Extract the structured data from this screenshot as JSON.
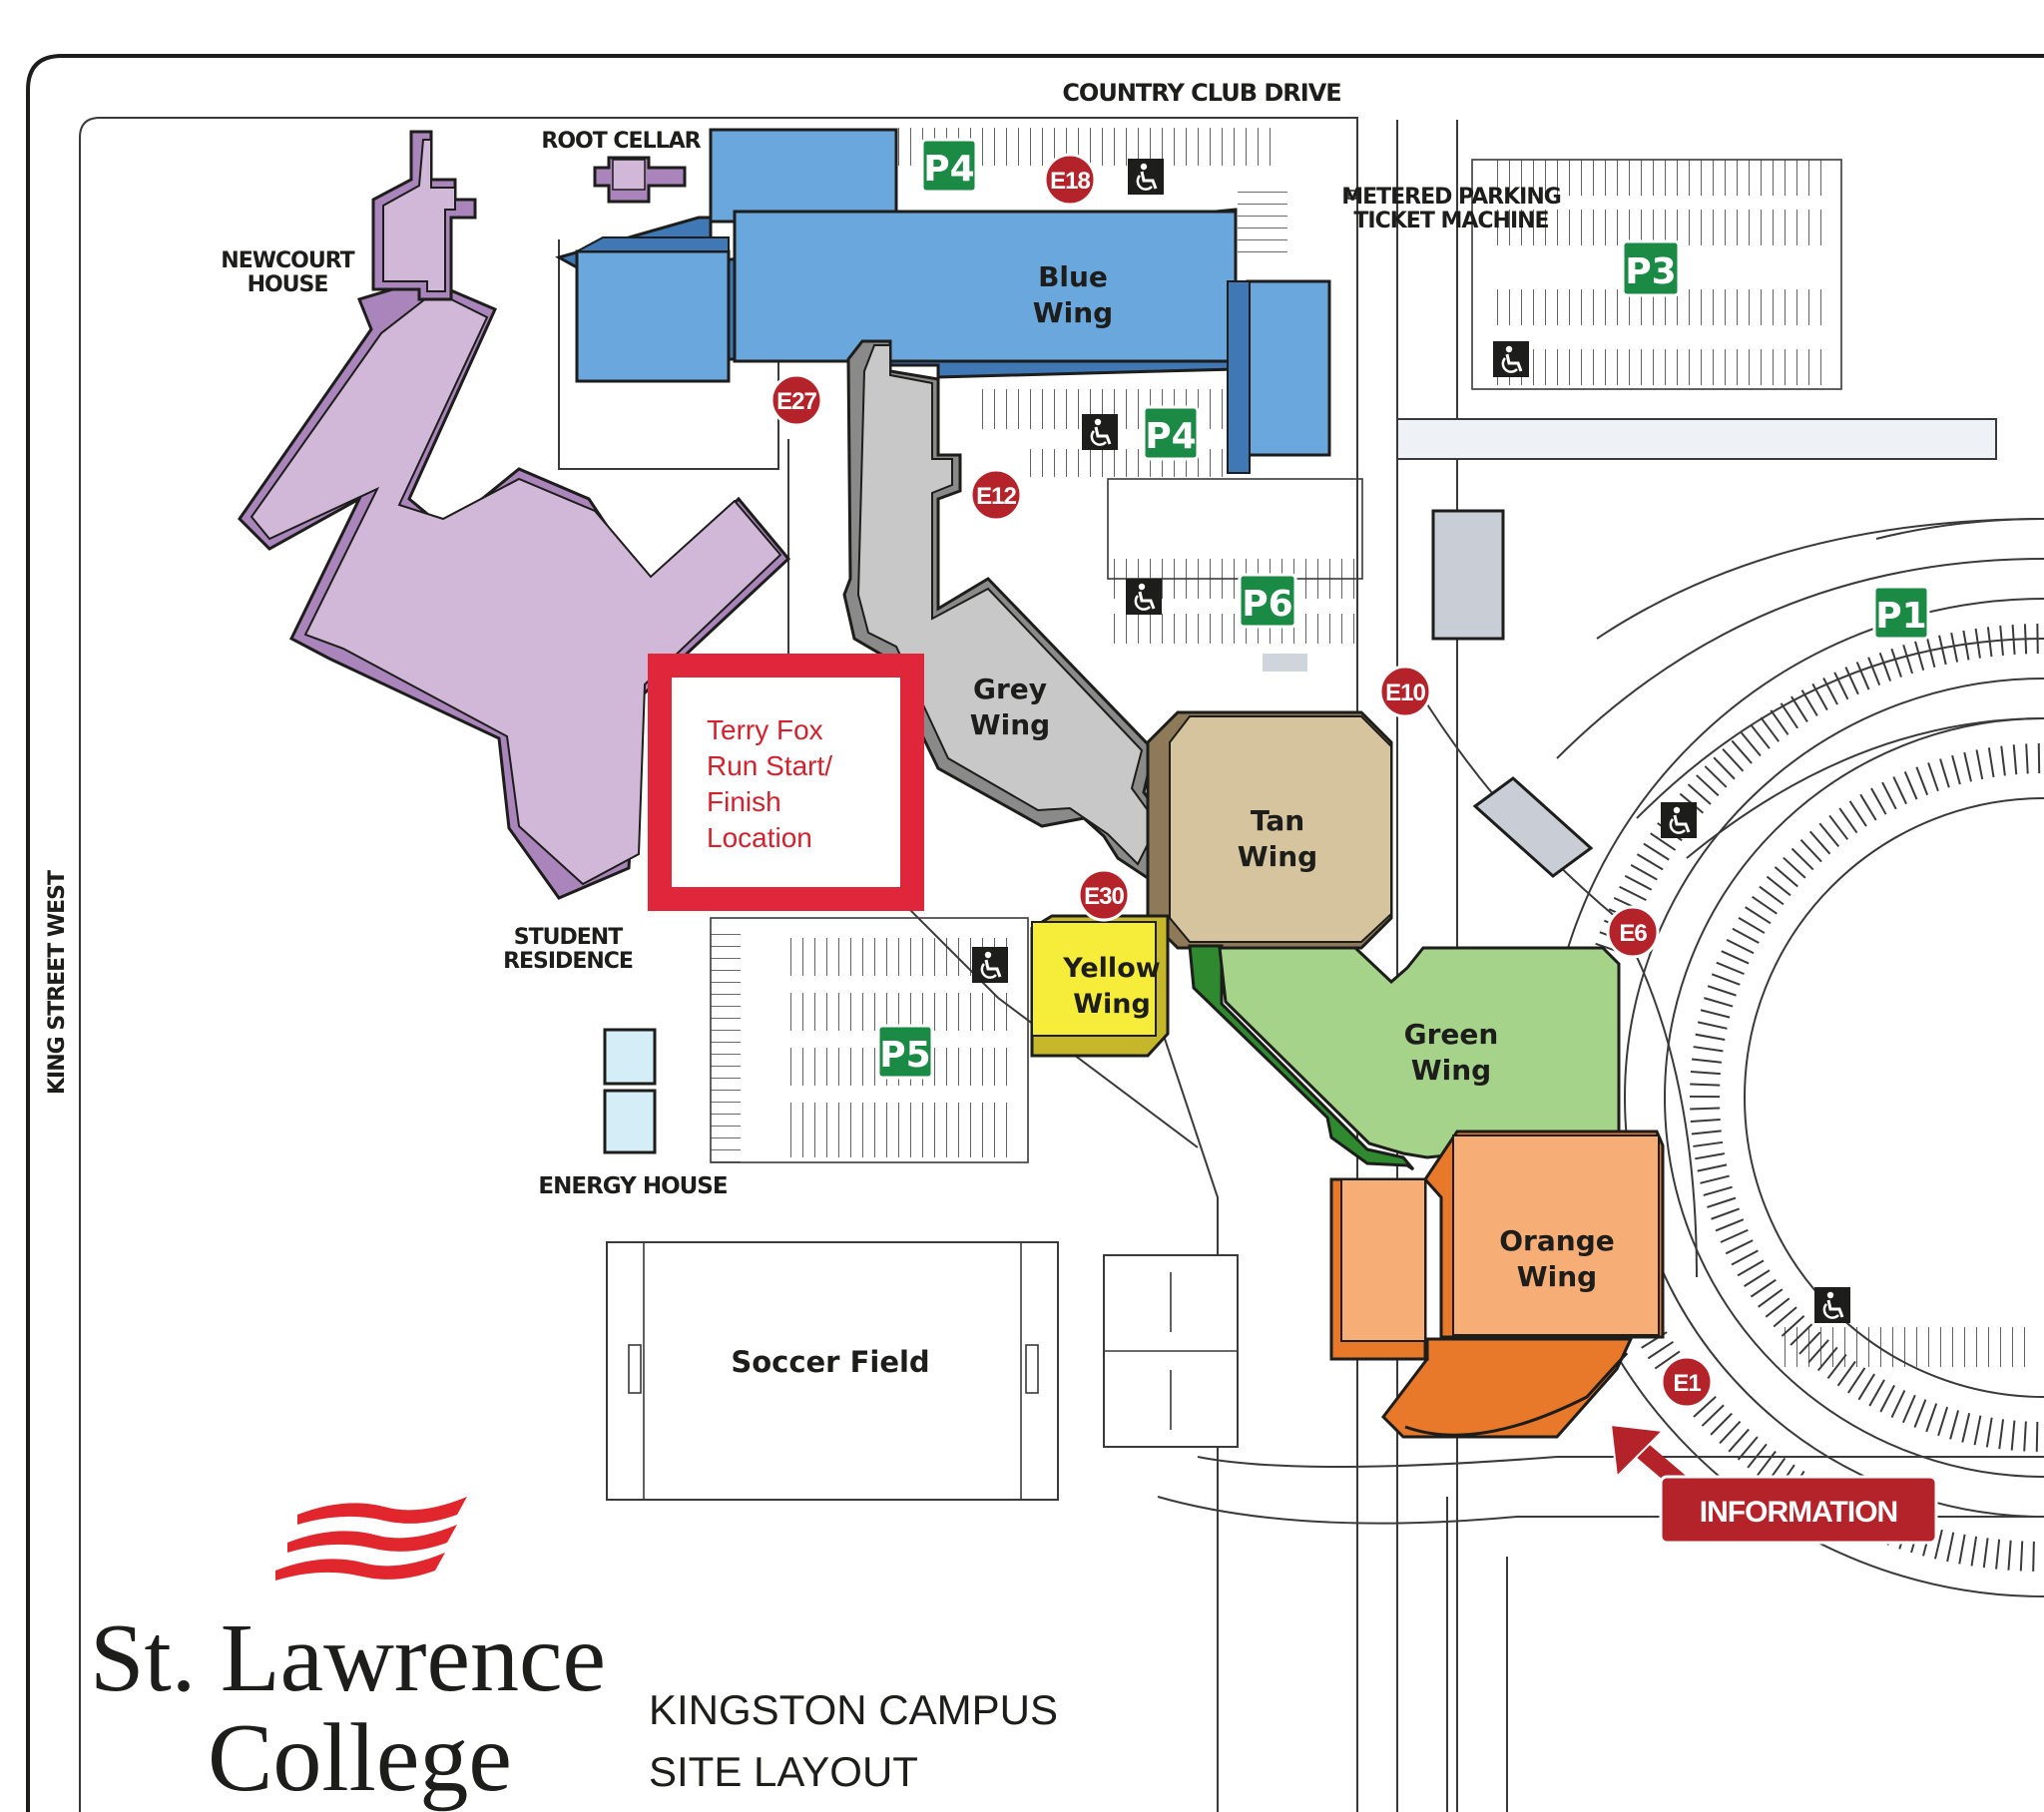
{
  "colors": {
    "blue_wing": "#6aa7dc",
    "grey_wing": "#c8c8c8",
    "tan_wing": "#d6c49e",
    "green_wing": "#a6d38a",
    "orange_wing": "#f6ad76",
    "yellow_wing": "#f6ec3a",
    "residence": "#d2b8d8",
    "parking_sign": "#1b8a45",
    "entrance": "#b5232a",
    "highlight_box": "#e0263b",
    "brand_red": "#e1262e"
  },
  "streets": {
    "country_club": "COUNTRY CLUB DRIVE",
    "king_street": "KING STREET WEST"
  },
  "buildings": {
    "root_cellar": "ROOT CELLAR",
    "newcourt_house_1": "NEWCOURT",
    "newcourt_house_2": "HOUSE",
    "student_residence_1": "STUDENT",
    "student_residence_2": "RESIDENCE",
    "energy_house": "ENERGY HOUSE",
    "metered_1": "METERED PARKING",
    "metered_2": "TICKET MACHINE"
  },
  "wings": {
    "blue_1": "Blue",
    "blue_2": "Wing",
    "grey_1": "Grey",
    "grey_2": "Wing",
    "tan_1": "Tan",
    "tan_2": "Wing",
    "yellow_1": "Yellow",
    "yellow_2": "Wing",
    "green_1": "Green",
    "green_2": "Wing",
    "orange_1": "Orange",
    "orange_2": "Wing"
  },
  "soccer_field": "Soccer Field",
  "parking": {
    "p4_top": "P4",
    "p3": "P3",
    "p4_mid": "P4",
    "p6": "P6",
    "p1": "P1",
    "p5": "P5"
  },
  "entrances": {
    "e18": "E18",
    "e27": "E27",
    "e12": "E12",
    "e10": "E10",
    "e30": "E30",
    "e6": "E6",
    "e1": "E1"
  },
  "terry_fox": {
    "line1": "Terry Fox",
    "line2": "Run Start/",
    "line3": "Finish",
    "line4": "Location"
  },
  "information": "INFORMATION",
  "accessible_icon": "wheelchair-icon",
  "brand": {
    "name_1": "St. Lawrence",
    "name_2": "College",
    "subtitle_1": "KINGSTON CAMPUS",
    "subtitle_2": "SITE LAYOUT"
  }
}
